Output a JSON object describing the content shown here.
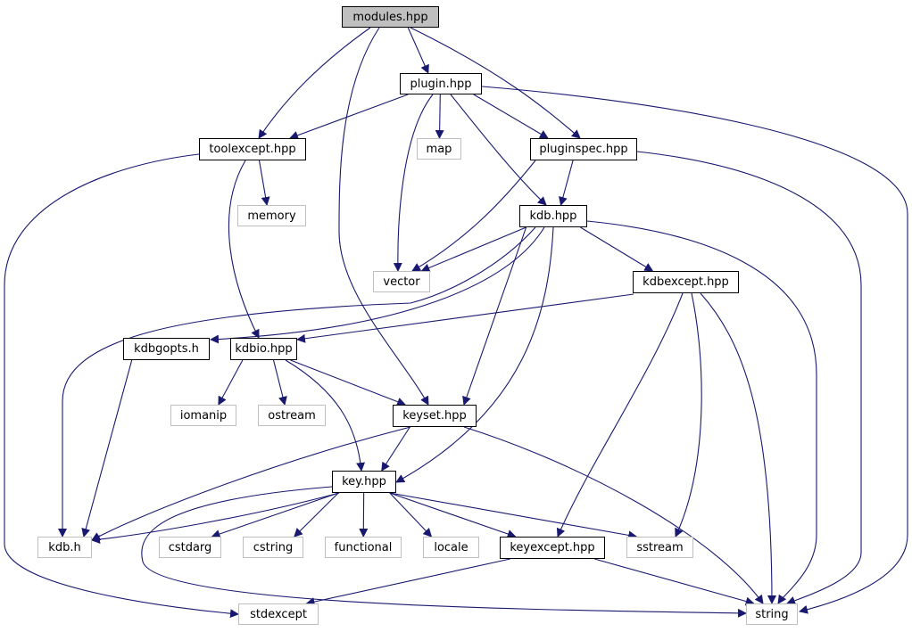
{
  "colors": {
    "edge": "#191970",
    "root_fill": "#bfbfbf",
    "external_border": "#bfbfbf",
    "documented_border": "#000000"
  },
  "nodes": [
    {
      "id": "modules",
      "label": "modules.hpp",
      "kind": "root"
    },
    {
      "id": "plugin",
      "label": "plugin.hpp",
      "kind": "doc"
    },
    {
      "id": "toolexcept",
      "label": "toolexcept.hpp",
      "kind": "doc"
    },
    {
      "id": "map",
      "label": "map",
      "kind": "ext"
    },
    {
      "id": "pluginspec",
      "label": "pluginspec.hpp",
      "kind": "doc"
    },
    {
      "id": "memory",
      "label": "memory",
      "kind": "ext"
    },
    {
      "id": "kdbhpp",
      "label": "kdb.hpp",
      "kind": "doc"
    },
    {
      "id": "vector",
      "label": "vector",
      "kind": "ext"
    },
    {
      "id": "kdbexcept",
      "label": "kdbexcept.hpp",
      "kind": "doc"
    },
    {
      "id": "kdbgopts",
      "label": "kdbgopts.h",
      "kind": "doc"
    },
    {
      "id": "kdbio",
      "label": "kdbio.hpp",
      "kind": "doc"
    },
    {
      "id": "iomanip",
      "label": "iomanip",
      "kind": "ext"
    },
    {
      "id": "ostream",
      "label": "ostream",
      "kind": "ext"
    },
    {
      "id": "keyset",
      "label": "keyset.hpp",
      "kind": "doc"
    },
    {
      "id": "key",
      "label": "key.hpp",
      "kind": "doc"
    },
    {
      "id": "kdbh",
      "label": "kdb.h",
      "kind": "ext"
    },
    {
      "id": "cstdarg",
      "label": "cstdarg",
      "kind": "ext"
    },
    {
      "id": "cstring",
      "label": "cstring",
      "kind": "ext"
    },
    {
      "id": "functional",
      "label": "functional",
      "kind": "ext"
    },
    {
      "id": "locale",
      "label": "locale",
      "kind": "ext"
    },
    {
      "id": "keyexcept",
      "label": "keyexcept.hpp",
      "kind": "doc"
    },
    {
      "id": "sstream",
      "label": "sstream",
      "kind": "ext"
    },
    {
      "id": "stdexcept",
      "label": "stdexcept",
      "kind": "ext"
    },
    {
      "id": "string",
      "label": "string",
      "kind": "ext"
    }
  ],
  "edges": [
    [
      "modules",
      "toolexcept"
    ],
    [
      "modules",
      "keyset"
    ],
    [
      "modules",
      "plugin"
    ],
    [
      "modules",
      "pluginspec"
    ],
    [
      "plugin",
      "toolexcept"
    ],
    [
      "plugin",
      "map"
    ],
    [
      "plugin",
      "vector"
    ],
    [
      "plugin",
      "pluginspec"
    ],
    [
      "plugin",
      "kdbhpp"
    ],
    [
      "plugin",
      "string"
    ],
    [
      "toolexcept",
      "memory"
    ],
    [
      "toolexcept",
      "kdbio"
    ],
    [
      "toolexcept",
      "stdexcept"
    ],
    [
      "pluginspec",
      "kdbhpp"
    ],
    [
      "pluginspec",
      "vector"
    ],
    [
      "pluginspec",
      "string"
    ],
    [
      "kdbhpp",
      "vector"
    ],
    [
      "kdbhpp",
      "kdbexcept"
    ],
    [
      "kdbhpp",
      "kdbgopts"
    ],
    [
      "kdbhpp",
      "kdbh"
    ],
    [
      "kdbhpp",
      "keyset"
    ],
    [
      "kdbhpp",
      "key"
    ],
    [
      "kdbhpp",
      "string"
    ],
    [
      "kdbexcept",
      "kdbio"
    ],
    [
      "kdbexcept",
      "keyexcept"
    ],
    [
      "kdbexcept",
      "sstream"
    ],
    [
      "kdbexcept",
      "string"
    ],
    [
      "kdbgopts",
      "kdbh"
    ],
    [
      "kdbio",
      "iomanip"
    ],
    [
      "kdbio",
      "ostream"
    ],
    [
      "kdbio",
      "keyset"
    ],
    [
      "kdbio",
      "key"
    ],
    [
      "keyset",
      "key"
    ],
    [
      "keyset",
      "kdbh"
    ],
    [
      "keyset",
      "string"
    ],
    [
      "key",
      "kdbh"
    ],
    [
      "key",
      "cstdarg"
    ],
    [
      "key",
      "cstring"
    ],
    [
      "key",
      "functional"
    ],
    [
      "key",
      "locale"
    ],
    [
      "key",
      "keyexcept"
    ],
    [
      "key",
      "sstream"
    ],
    [
      "key",
      "string"
    ],
    [
      "keyexcept",
      "stdexcept"
    ],
    [
      "keyexcept",
      "string"
    ]
  ]
}
